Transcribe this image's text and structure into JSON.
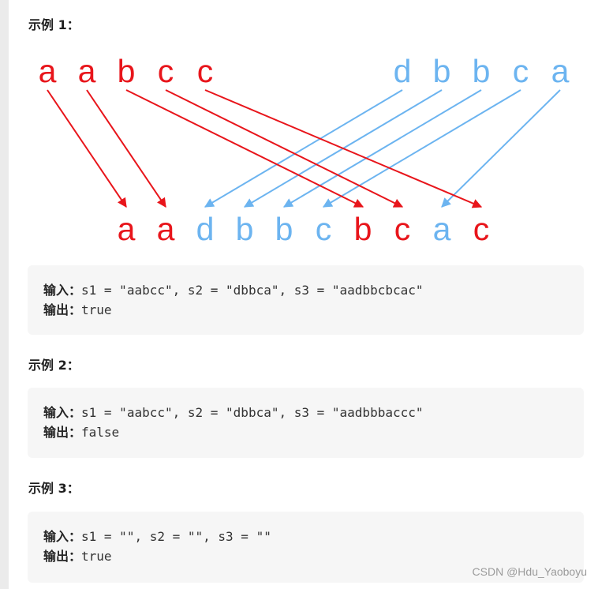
{
  "examples": [
    {
      "heading": "示例 1：",
      "input_label": "输入：",
      "input_value": "s1 = \"aabcc\", s2 = \"dbbca\", s3 = \"aadbbcbcac\"",
      "output_label": "输出：",
      "output_value": "true"
    },
    {
      "heading": "示例 2：",
      "input_label": "输入：",
      "input_value": "s1 = \"aabcc\", s2 = \"dbbca\", s3 = \"aadbbbaccc\"",
      "output_label": "输出：",
      "output_value": "false"
    },
    {
      "heading": "示例 3：",
      "input_label": "输入：",
      "input_value": "s1 = \"\", s2 = \"\", s3 = \"\"",
      "output_label": "输出：",
      "output_value": "true"
    }
  ],
  "diagram": {
    "s1": [
      "a",
      "a",
      "b",
      "c",
      "c"
    ],
    "s2": [
      "d",
      "b",
      "b",
      "c",
      "a"
    ],
    "s3": [
      "a",
      "a",
      "d",
      "b",
      "b",
      "c",
      "b",
      "c",
      "a",
      "c"
    ],
    "s3_source": [
      "s1",
      "s1",
      "s2",
      "s2",
      "s2",
      "s2",
      "s1",
      "s1",
      "s2",
      "s1"
    ],
    "colors": {
      "s1": "#e8151b",
      "s2": "#6cb4f0"
    }
  },
  "watermark": "CSDN @Hdu_Yaoboyu"
}
